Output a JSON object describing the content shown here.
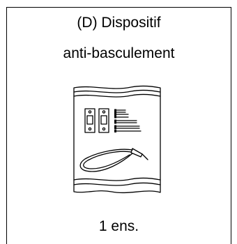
{
  "item": {
    "title_line_1": "(D) Dispositif",
    "title_line_2": "anti-basculement",
    "quantity": "1 ens.",
    "icon": "anti-tip-kit-bag-icon",
    "line_color": "#000000",
    "background_color": "#ffffff"
  }
}
